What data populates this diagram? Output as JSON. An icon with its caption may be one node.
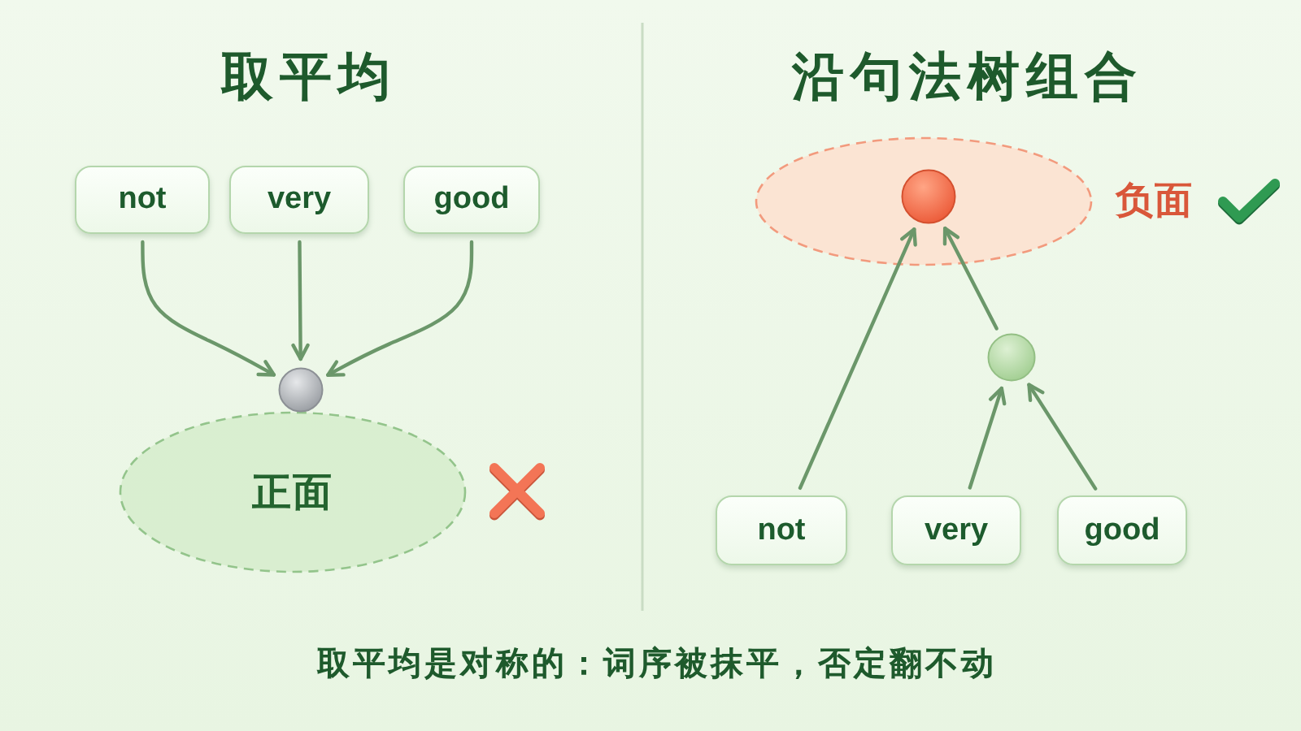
{
  "diagram": {
    "caption": "取平均是对称的：词序被抹平，否定翻不动",
    "nodes": [
      {
        "text": [
          "not"
        ]
      },
      {
        "text": [
          "very"
        ]
      },
      {
        "text": [
          "good"
        ]
      },
      {
        "text": [],
        "shape": "circle"
      },
      {
        "text": [
          "正面"
        ]
      },
      {
        "text": [],
        "shape": "ellipse",
        "beside": [
          "负面"
        ]
      },
      {
        "text": [],
        "shape": "circle",
        "in": 5
      },
      {
        "text": [],
        "shape": "circle"
      },
      {
        "text": [
          "not"
        ]
      },
      {
        "text": [
          "very"
        ]
      },
      {
        "text": [
          "good"
        ]
      }
    ],
    "edges": [
      {
        "from": 0,
        "to": 3,
        "arrow": "to"
      },
      {
        "from": 1,
        "to": 3,
        "arrow": "to"
      },
      {
        "from": 2,
        "to": 3,
        "arrow": "to"
      },
      {
        "from": 8,
        "to": 6,
        "arrow": "to"
      },
      {
        "from": 7,
        "to": 6,
        "arrow": "to"
      },
      {
        "from": 9,
        "to": 7,
        "arrow": "to"
      },
      {
        "from": 10,
        "to": 7,
        "arrow": "to"
      }
    ],
    "labels": [
      "取平均",
      "沿句法树组合"
    ]
  }
}
